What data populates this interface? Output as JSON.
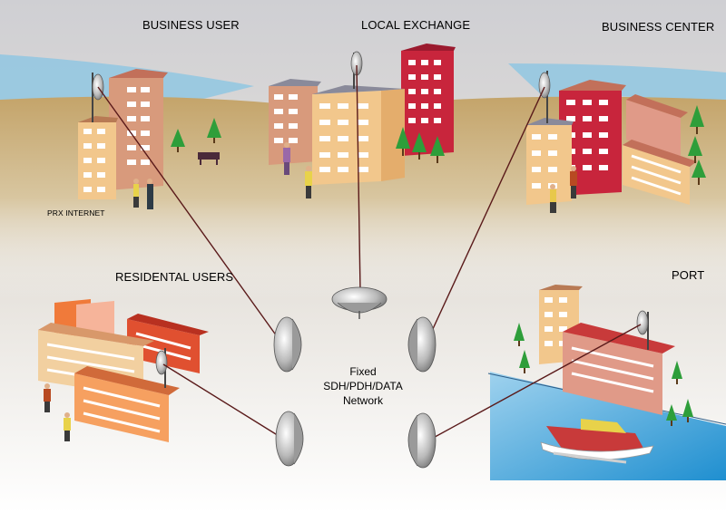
{
  "labels": {
    "business_user": "BUSINESS USER",
    "local_exchange": "LOCAL EXCHANGE",
    "business_center": "BUSINESS CENTER",
    "residential_users": "RESIDENTAL USERS",
    "port": "PORT",
    "prx_internet": "PRX INTERNET"
  },
  "network": {
    "line1": "Fixed",
    "line2": "SDH/PDH/DATA",
    "line3": "Network"
  },
  "colors": {
    "link_line": "#5a1a1a",
    "sky_top": "#c8c8cc",
    "ground_sand": "#c9ab72",
    "water": "#3aa4d8",
    "building_red": "#c8253c",
    "building_tan": "#f2c78c",
    "building_orange": "#f07a3a"
  }
}
